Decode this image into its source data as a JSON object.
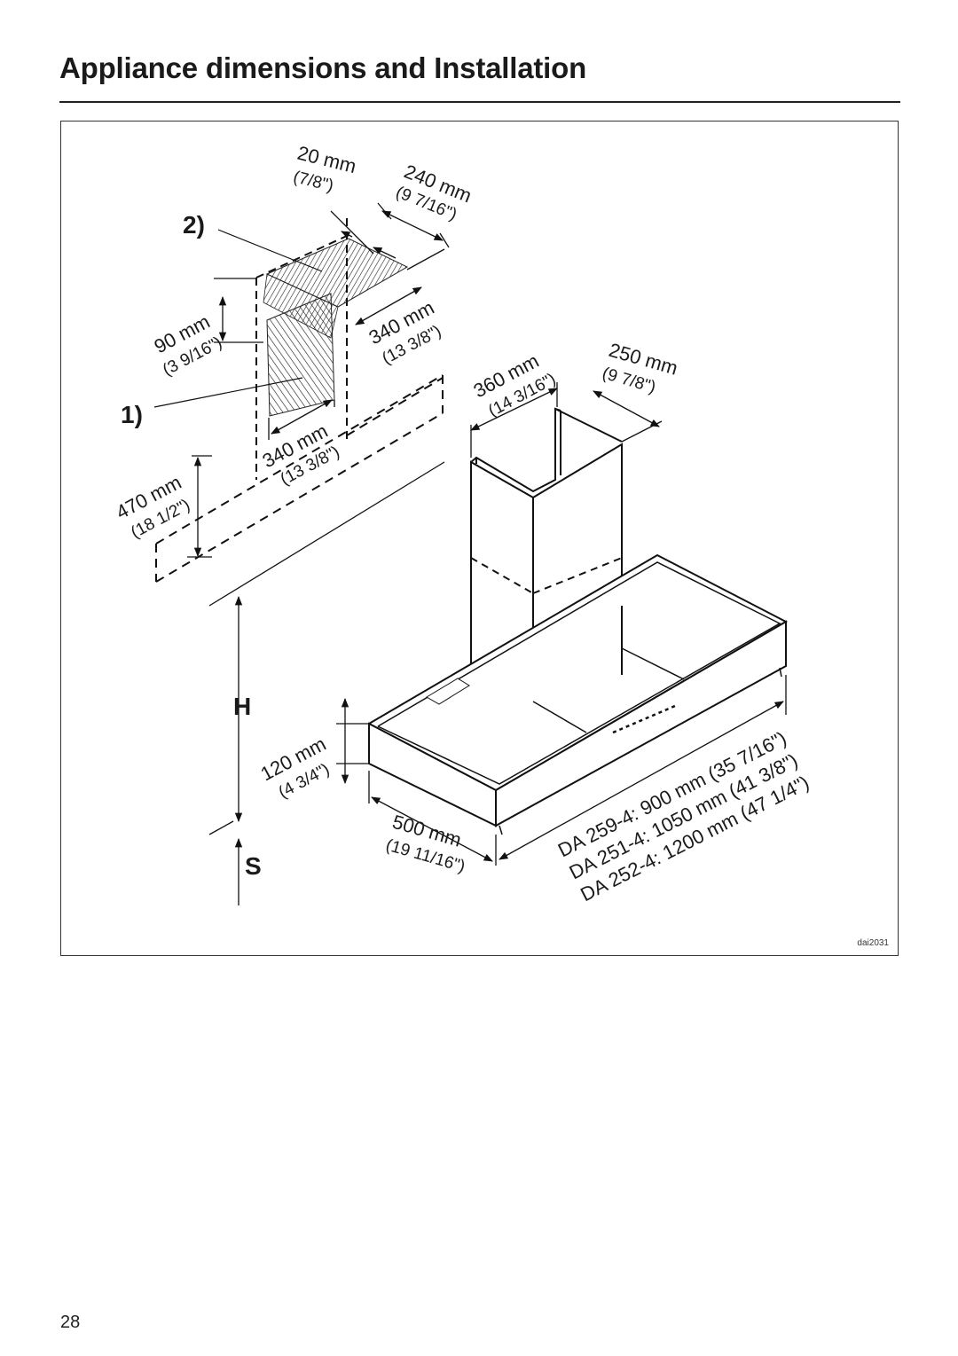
{
  "page": {
    "title": "Appliance dimensions and Installation",
    "page_number": "28"
  },
  "figure": {
    "id": "dai2031",
    "callouts": {
      "one": "1)",
      "two": "2)",
      "h": "H",
      "s": "S"
    },
    "dimensions": {
      "d20": {
        "mm": "20 mm",
        "inch": "(7/8\")"
      },
      "d240": {
        "mm": "240 mm",
        "inch": "(9 7/16\")"
      },
      "d90": {
        "mm": "90 mm",
        "inch": "(3 9/16\")"
      },
      "d340_upper": {
        "mm": "340 mm",
        "inch": "(13 3/8\")"
      },
      "d340_lower": {
        "mm": "340 mm",
        "inch": "(13 3/8\")"
      },
      "d360": {
        "mm": "360 mm",
        "inch": "(14 3/16\")"
      },
      "d250": {
        "mm": "250 mm",
        "inch": "(9 7/8\")"
      },
      "d470": {
        "mm": "470 mm",
        "inch": "(18 1/2\")"
      },
      "d120": {
        "mm": "120 mm",
        "inch": "(4 3/4\")"
      },
      "d500": {
        "mm": "500 mm",
        "inch": "(19 11/16\")"
      }
    },
    "models": [
      "DA 259-4: 900 mm (35 7/16\")",
      "DA 251-4: 1050 mm (41 3/8\")",
      "DA 252-4: 1200 mm (47 1/4\")"
    ]
  }
}
